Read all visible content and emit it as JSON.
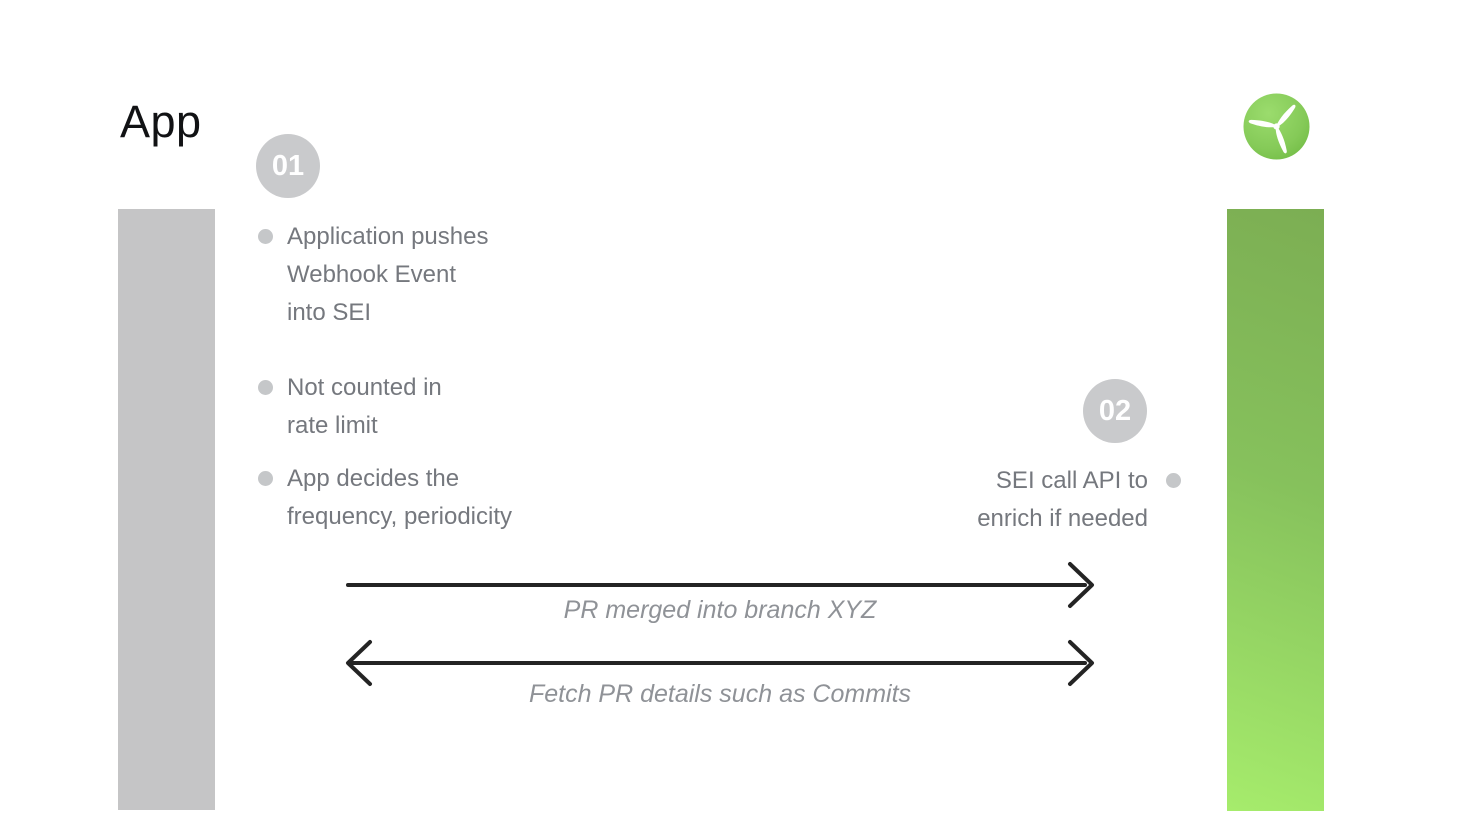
{
  "title": "App",
  "logo": {
    "icon": "wind-turbine-icon"
  },
  "steps": {
    "badge1": "01",
    "badge2": "02"
  },
  "notes": [
    {
      "lines": [
        "Application pushes",
        "Webhook Event",
        "into SEI"
      ]
    },
    {
      "lines": [
        "Not counted in",
        "rate limit"
      ]
    },
    {
      "lines": [
        "App decides the",
        "frequency, periodicity"
      ]
    }
  ],
  "right_note": {
    "lines": [
      "SEI call API to",
      "enrich if needed"
    ]
  },
  "arrows": [
    {
      "label": "PR merged into branch XYZ",
      "direction": "right"
    },
    {
      "label": "Fetch PR details such as Commits",
      "direction": "both"
    }
  ],
  "colors": {
    "background": "#ffffff",
    "title_text": "#111214",
    "body_text": "#75787e",
    "label_text": "#8f9297",
    "bullet_gray": "#c5c7c9",
    "badge_gray": "#c9cacc",
    "bar_gray": "#c5c5c6",
    "green_top": "#7cae53",
    "green_bottom": "#a6ec6c",
    "arrow_black": "#242424"
  }
}
